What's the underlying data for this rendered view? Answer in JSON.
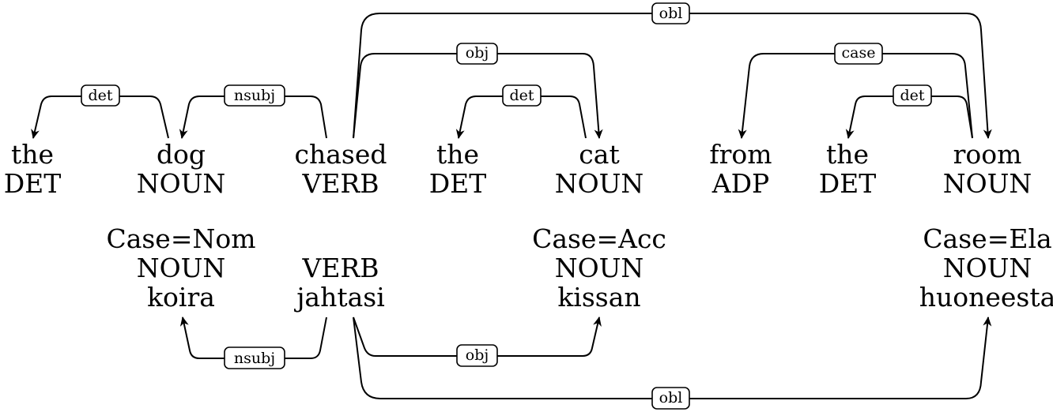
{
  "english": {
    "tokens": [
      {
        "form": "the",
        "pos": "DET"
      },
      {
        "form": "dog",
        "pos": "NOUN"
      },
      {
        "form": "chased",
        "pos": "VERB"
      },
      {
        "form": "the",
        "pos": "DET"
      },
      {
        "form": "cat",
        "pos": "NOUN"
      },
      {
        "form": "from",
        "pos": "ADP"
      },
      {
        "form": "the",
        "pos": "DET"
      },
      {
        "form": "room",
        "pos": "NOUN"
      }
    ],
    "arcs": [
      {
        "label": "det",
        "head": 1,
        "dep": 0
      },
      {
        "label": "nsubj",
        "head": 2,
        "dep": 1
      },
      {
        "label": "obj",
        "head": 2,
        "dep": 4
      },
      {
        "label": "obl",
        "head": 2,
        "dep": 7
      },
      {
        "label": "det",
        "head": 4,
        "dep": 3
      },
      {
        "label": "case",
        "head": 7,
        "dep": 5
      },
      {
        "label": "det",
        "head": 7,
        "dep": 6
      }
    ]
  },
  "finnish": {
    "tokens": [
      {
        "feats": "Case=Nom",
        "pos": "NOUN",
        "form": "koira"
      },
      {
        "feats": "",
        "pos": "VERB",
        "form": "jahtasi"
      },
      {
        "feats": "Case=Acc",
        "pos": "NOUN",
        "form": "kissan"
      },
      {
        "feats": "Case=Ela",
        "pos": "NOUN",
        "form": "huoneesta"
      }
    ],
    "arcs": [
      {
        "label": "nsubj",
        "head": 1,
        "dep": 0
      },
      {
        "label": "obj",
        "head": 1,
        "dep": 2
      },
      {
        "label": "obl",
        "head": 1,
        "dep": 3
      }
    ]
  }
}
